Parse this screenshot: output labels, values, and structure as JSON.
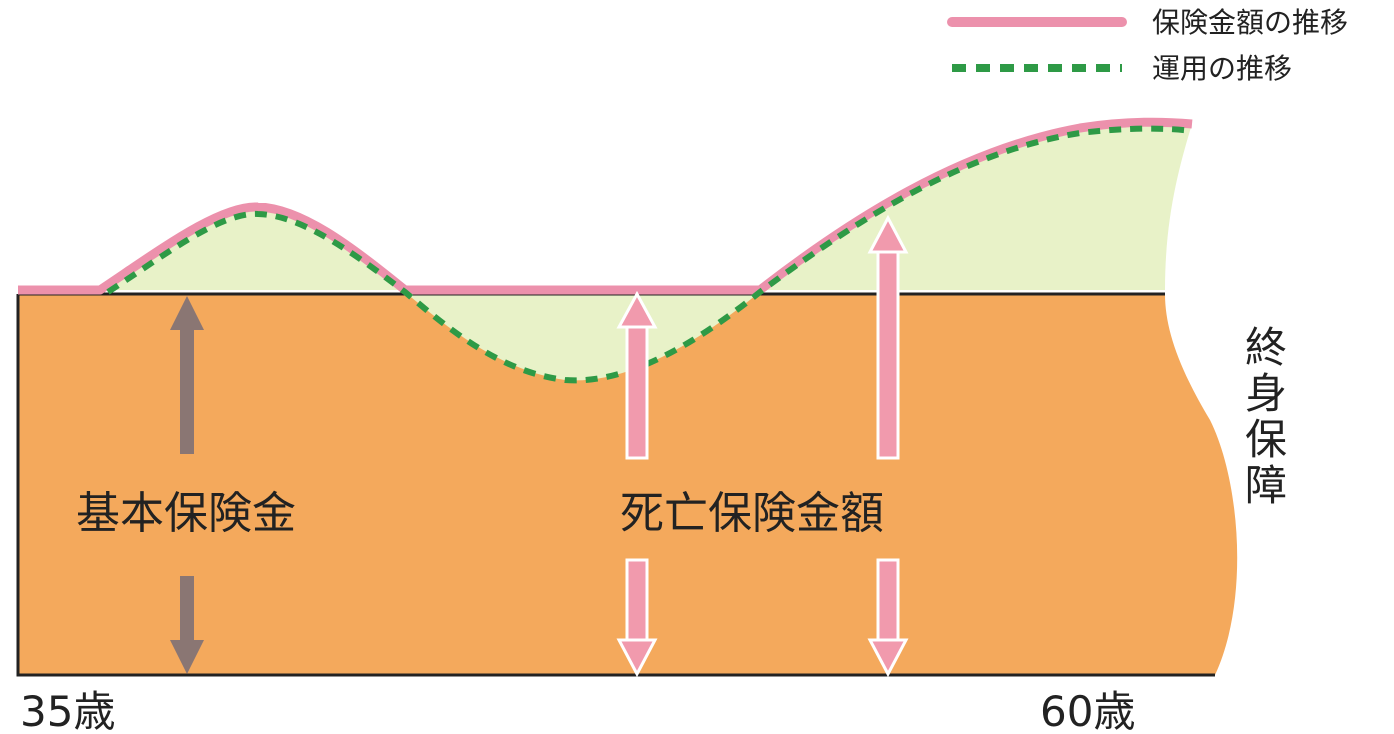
{
  "legend": {
    "insurance_label": "保険金額の推移",
    "investment_label": "運用の推移"
  },
  "labels": {
    "basic_insurance": "基本保険金",
    "death_benefit": "死亡保険金額",
    "lifetime_coverage": "終身保障",
    "start_age": "35歳",
    "end_age": "60歳"
  },
  "colors": {
    "base_fill": "#f4a95c",
    "growth_fill": "#e8f2c8",
    "insurance_line": "#ec91ac",
    "investment_line": "#2e9a46",
    "basic_arrow": "#8a7673",
    "death_arrow": "#f19aad",
    "outline": "#222222"
  }
}
